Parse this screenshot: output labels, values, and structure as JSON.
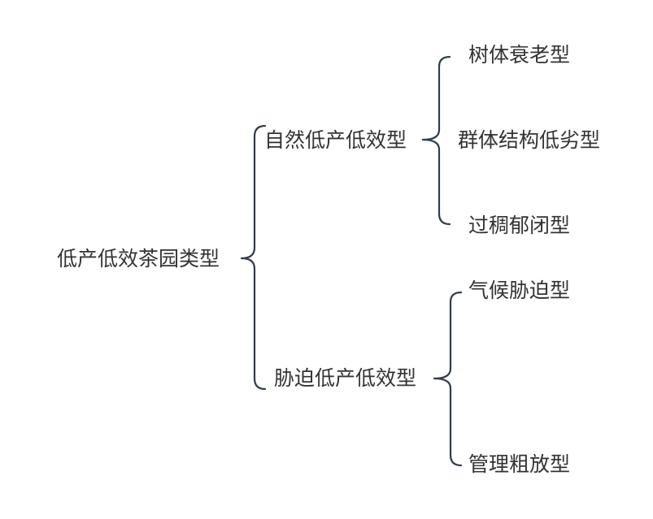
{
  "root": {
    "label": "低产低效茶园类型"
  },
  "branches": [
    {
      "label": "自然低产低效型",
      "children": [
        {
          "label": "树体衰老型"
        },
        {
          "label": "群体结构低劣型"
        },
        {
          "label": "过稠郁闭型"
        }
      ]
    },
    {
      "label": "胁迫低产低效型",
      "children": [
        {
          "label": "气候胁迫型"
        },
        {
          "label": "管理粗放型"
        }
      ]
    }
  ]
}
